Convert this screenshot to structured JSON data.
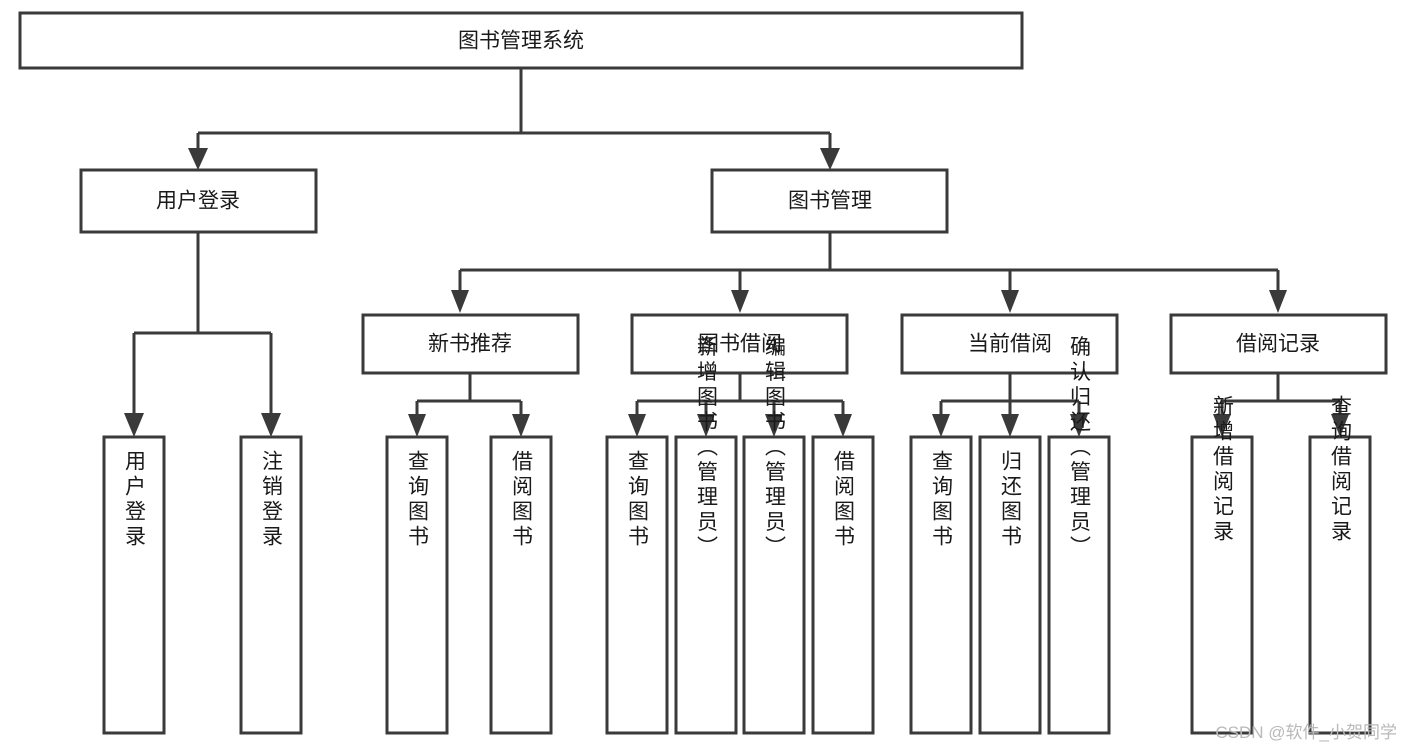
{
  "diagram": {
    "type": "tree-hierarchy",
    "orientation": "top-down",
    "title": "图书管理系统",
    "root": {
      "id": "root",
      "label": "图书管理系统"
    },
    "level2": [
      {
        "id": "user-login",
        "label": "用户登录"
      },
      {
        "id": "book-management",
        "label": "图书管理"
      }
    ],
    "level3": [
      {
        "id": "new-book-recommend",
        "label": "新书推荐",
        "parent": "book-management"
      },
      {
        "id": "book-borrow",
        "label": "图书借阅",
        "parent": "book-management"
      },
      {
        "id": "current-borrow",
        "label": "当前借阅",
        "parent": "book-management"
      },
      {
        "id": "borrow-record",
        "label": "借阅记录",
        "parent": "book-management"
      }
    ],
    "leaves": [
      {
        "id": "leaf-user-login",
        "label": "用户登录",
        "parent": "user-login"
      },
      {
        "id": "leaf-logout-login",
        "label": "注销登录",
        "parent": "user-login"
      },
      {
        "id": "leaf-query-book-1",
        "label": "查询图书",
        "parent": "new-book-recommend"
      },
      {
        "id": "leaf-borrow-book-1",
        "label": "借阅图书",
        "parent": "new-book-recommend"
      },
      {
        "id": "leaf-query-book-2",
        "label": "查询图书",
        "parent": "book-borrow"
      },
      {
        "id": "leaf-add-book",
        "label": "新增图书（管理员）",
        "parent": "book-borrow"
      },
      {
        "id": "leaf-edit-book",
        "label": "编辑图书（管理员）",
        "parent": "book-borrow"
      },
      {
        "id": "leaf-borrow-book-2",
        "label": "借阅图书",
        "parent": "book-borrow"
      },
      {
        "id": "leaf-query-book-3",
        "label": "查询图书",
        "parent": "current-borrow"
      },
      {
        "id": "leaf-return-book",
        "label": "归还图书",
        "parent": "current-borrow"
      },
      {
        "id": "leaf-confirm-return",
        "label": "确认归还（管理员）",
        "parent": "current-borrow"
      },
      {
        "id": "leaf-add-record",
        "label": "新增借阅记录",
        "parent": "borrow-record"
      },
      {
        "id": "leaf-query-record",
        "label": "查询借阅记录",
        "parent": "borrow-record"
      }
    ],
    "colors": {
      "stroke": "#3a3a3a",
      "fill": "#ffffff",
      "text": "#1a1a1a",
      "watermark": "#b9b9b9",
      "background": "#ffffff"
    }
  },
  "watermark": {
    "text": "CSDN @软件_小贺同学"
  }
}
